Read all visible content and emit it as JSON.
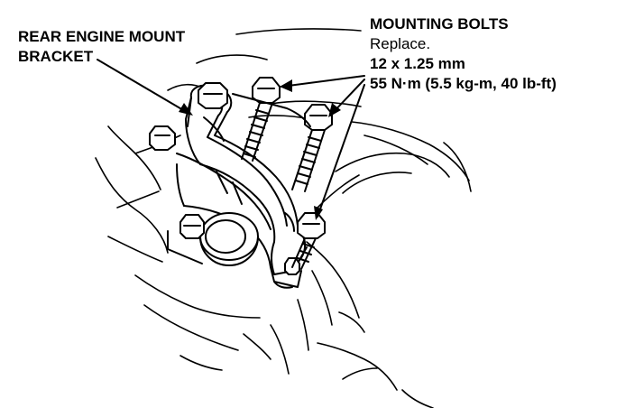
{
  "labels": {
    "bracket": {
      "line1": "REAR ENGINE MOUNT",
      "line2": "BRACKET"
    },
    "bolts": {
      "title": "MOUNTING BOLTS",
      "instruction": "Replace.",
      "size": "12 x 1.25 mm",
      "torque": "55 N·m (5.5 kg-m, 40 lb-ft)"
    }
  },
  "colors": {
    "ink": "#000000",
    "paper": "#ffffff"
  }
}
